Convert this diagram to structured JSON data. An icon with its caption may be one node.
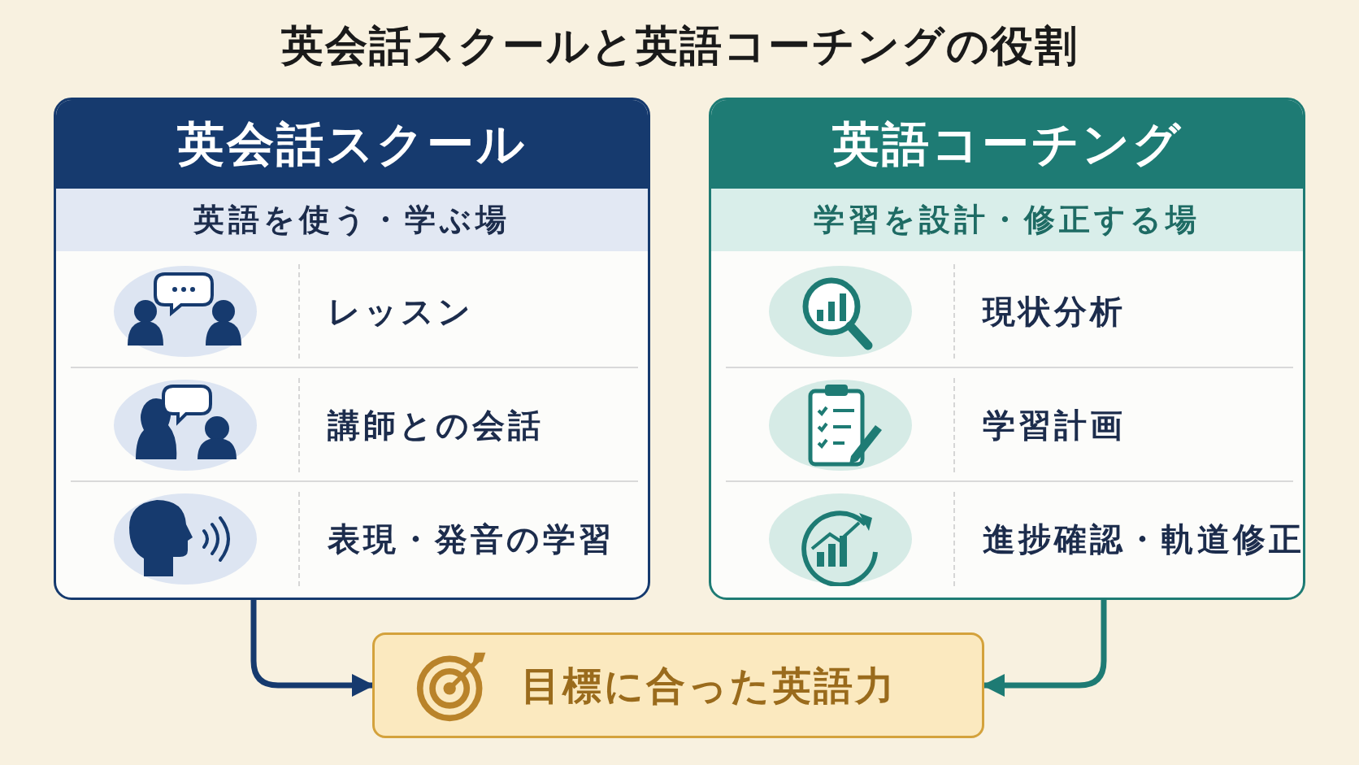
{
  "diagram": {
    "title": "英会話スクールと英語コーチングの役割",
    "nodes": [
      {
        "text": [
          "英会話スクール",
          "英語を使う・学ぶ場"
        ]
      },
      {
        "text": [
          "レッスン"
        ],
        "in": 0
      },
      {
        "text": [
          "講師との会話"
        ],
        "in": 0
      },
      {
        "text": [
          "表現・発音の学習"
        ],
        "in": 0
      },
      {
        "text": [
          "英語コーチング",
          "学習を設計・修正する場"
        ]
      },
      {
        "text": [
          "現状分析"
        ],
        "in": 4
      },
      {
        "text": [
          "学習計画"
        ],
        "in": 4
      },
      {
        "text": [
          "進捗確認・軌道修正"
        ],
        "in": 4
      },
      {
        "text": [
          "目標に合った英語力"
        ]
      }
    ],
    "edges": [
      {
        "from": 0,
        "to": 8,
        "arrow": "to"
      },
      {
        "from": 4,
        "to": 8,
        "arrow": "to",
        "color": "#1e7b74"
      }
    ]
  }
}
